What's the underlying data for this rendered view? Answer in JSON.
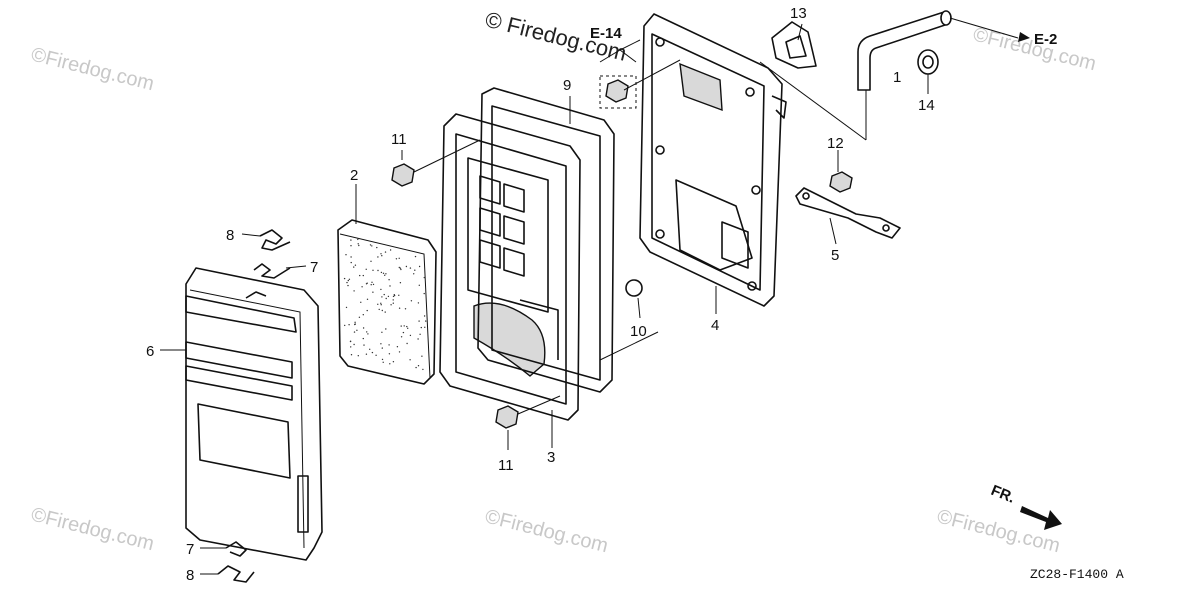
{
  "diagram": {
    "watermarks": {
      "header": "© Firedog.com",
      "tiled": "©Firedog.com"
    },
    "refs": {
      "e14": "E-14",
      "e2": "E-2"
    },
    "direction": {
      "text": "FR."
    },
    "diagram_code": "ZC28-F1400 A",
    "part_labels": {
      "p1": "1",
      "p2": "2",
      "p3": "3",
      "p4": "4",
      "p5": "5",
      "p6": "6",
      "p7_top": "7",
      "p7_bottom": "7",
      "p8_top": "8",
      "p8_bottom": "8",
      "p9": "9",
      "p10": "10",
      "p11_top": "11",
      "p11_bottom": "11",
      "p12": "12",
      "p13": "13",
      "p14": "14"
    }
  }
}
